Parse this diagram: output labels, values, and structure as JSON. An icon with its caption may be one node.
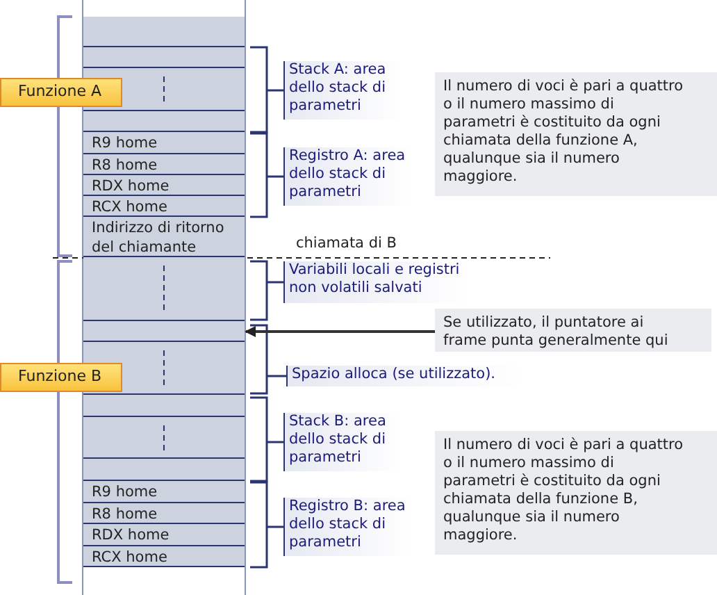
{
  "diagram": {
    "nodes": [
      {
        "text": [],
        "shape": "box"
      },
      {
        "text": [],
        "shape": "box"
      },
      {
        "text": [],
        "shape": "box"
      },
      {
        "text": [],
        "shape": "box"
      },
      {
        "text": [
          "R9 home"
        ]
      },
      {
        "text": [
          "R8 home"
        ]
      },
      {
        "text": [
          "RDX home"
        ]
      },
      {
        "text": [
          "RCX home"
        ]
      },
      {
        "text": [
          "Indirizzo di ritorno del chiamante"
        ]
      },
      {
        "text": [],
        "shape": "box"
      },
      {
        "text": [],
        "shape": "box"
      },
      {
        "text": [],
        "shape": "box"
      },
      {
        "text": [],
        "shape": "box"
      },
      {
        "text": [],
        "shape": "box"
      },
      {
        "text": [],
        "shape": "box"
      },
      {
        "text": [
          "R9 home"
        ]
      },
      {
        "text": [
          "R8 home"
        ]
      },
      {
        "text": [
          "RDX home"
        ]
      },
      {
        "text": [
          "RCX home"
        ]
      },
      {
        "text": [
          "Funzione A"
        ]
      },
      {
        "text": [
          "Funzione B"
        ]
      },
      {
        "text": [
          "Stack A: area dello stack di parametri"
        ]
      },
      {
        "text": [
          "Registro A: area dello stack di parametri"
        ]
      },
      {
        "text": [
          "Il numero di voci è pari a quattro o il numero massimo di parametri è costituito da ogni chiamata della funzione A, qualunque sia il numero maggiore."
        ]
      },
      {
        "text": [
          "Variabili locali e registri non volatili salvati"
        ]
      },
      {
        "text": [
          "Se utilizzato, il puntatore ai frame punta generalmente qui"
        ]
      },
      {
        "text": [
          "Spazio alloca (se utilizzato)."
        ]
      },
      {
        "text": [
          "Stack B: area dello stack di parametri"
        ]
      },
      {
        "text": [
          "Registro B: area dello stack di parametri"
        ]
      },
      {
        "text": [
          "Il numero di voci è pari a quattro o il numero massimo di parametri è costituito da ogni chiamata della funzione B, qualunque sia il numero maggiore."
        ]
      }
    ],
    "edges": [
      {
        "from": 25,
        "to": 10,
        "arrow": "to"
      }
    ],
    "labels": [
      "chiamata di B"
    ]
  }
}
